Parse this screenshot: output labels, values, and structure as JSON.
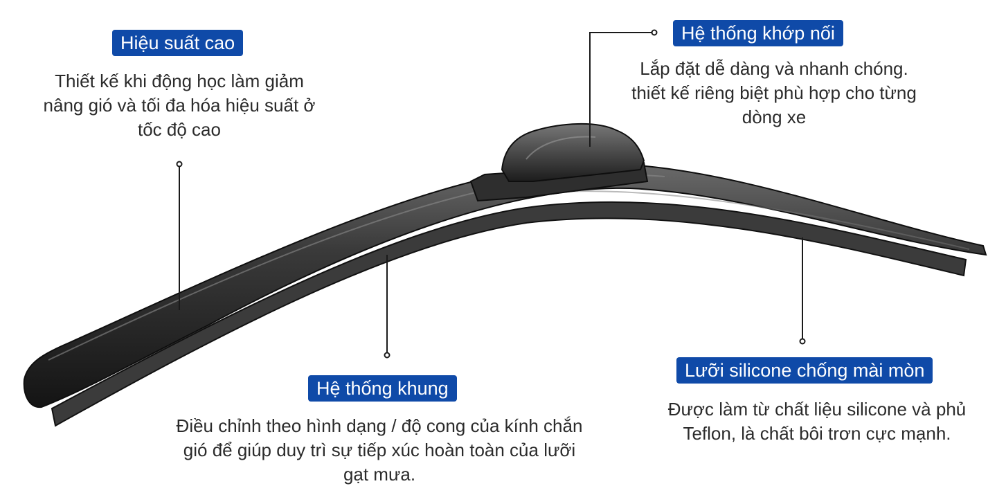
{
  "colors": {
    "badge_bg": "#0f4aa8",
    "badge_text": "#ffffff",
    "text": "#2b2b2b",
    "leader": "#1a1a1a",
    "blade": "#2a2a2a"
  },
  "image": {
    "subject": "wiper-blade"
  },
  "features": {
    "performance": {
      "badge": "Hiệu suất cao",
      "lines": [
        "Thiết kế khi động học làm giảm",
        "nâng gió và tối đa hóa hiệu suất ở",
        "tốc độ cao"
      ]
    },
    "connector": {
      "badge": "Hệ thống khớp nối",
      "lines": [
        "Lắp đặt dễ dàng và nhanh chóng.",
        "thiết kế riêng biệt phù hợp cho từng",
        "dòng xe"
      ]
    },
    "frame": {
      "badge": "Hệ thống khung",
      "lines": [
        "Điều chỉnh theo hình dạng / độ cong của kính chắn",
        "gió để giúp duy trì sự tiếp xúc hoàn toàn của lưỡi",
        "gạt mưa."
      ]
    },
    "blade": {
      "badge": "Lưỡi silicone chống mài mòn",
      "lines": [
        "Được làm từ chất liệu silicone và phủ",
        "Teflon, là chất bôi trơn cực mạnh."
      ]
    }
  }
}
